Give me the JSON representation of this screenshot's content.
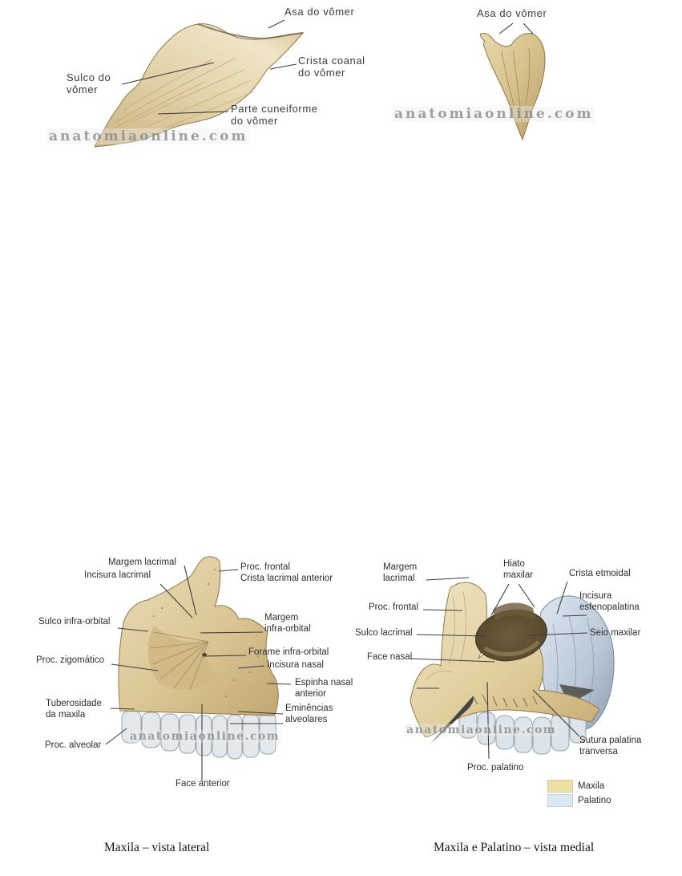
{
  "watermark": "anatomiaonline.com",
  "vomer_lateral": {
    "labels": {
      "asa": "Asa do vômer",
      "crista_coanal": "Crista coanal\ndo vômer",
      "sulco": "Sulco do\nvômer",
      "parte_cuneiforme": "Parte cuneiforme\ndo vômer"
    }
  },
  "vomer_posterior": {
    "labels": {
      "asa": "Asa do vômer"
    }
  },
  "maxila_lateral": {
    "caption": "Maxila – vista lateral",
    "labels": {
      "margem_lacrimal": "Margem lacrimal",
      "incisura_lacrimal": "Incisura lacrimal",
      "proc_frontal_crista": "Proc. frontal\nCrista lacrimal anterior",
      "sulco_infra_orbital": "Sulco infra-orbital",
      "margem_infra_orbital": "Margem\ninfra-orbital",
      "forame_infra_orbital": "Forame infra-orbital",
      "incisura_nasal": "Incisura nasal",
      "proc_zigomatico": "Proc. zigomático",
      "espinha_nasal_anterior": "Espinha nasal\nanterior",
      "eminencias_alveolares": "Eminências\nalveolares",
      "tuberosidade_da_maxila": "Tuberosidade\nda maxila",
      "proc_alveolar": "Proc. alveolar",
      "face_anterior": "Face anterior"
    }
  },
  "maxila_palatino_medial": {
    "caption": "Maxila e Palatino – vista medial",
    "labels": {
      "margem_lacrimal": "Margem\nlacrimal",
      "hiato_maxilar": "Hiato\nmaxilar",
      "crista_etmoidal": "Crista etmoidal",
      "incisura_esfenopalatina": "Incisura\nesfenopalatina",
      "proc_frontal": "Proc. frontal",
      "sulco_lacrimal": "Sulco lacrimal",
      "seio_maxilar": "Seio maxilar",
      "face_nasal": "Face nasal",
      "sutura_palatina_tranversa": "Sutura palatina\ntranversa",
      "proc_palatino": "Proc. palatino"
    },
    "legend": {
      "items": [
        {
          "label": "Maxila",
          "color": "#ECE0A5"
        },
        {
          "label": "Palatino",
          "color": "#DCE8F2"
        }
      ]
    }
  }
}
